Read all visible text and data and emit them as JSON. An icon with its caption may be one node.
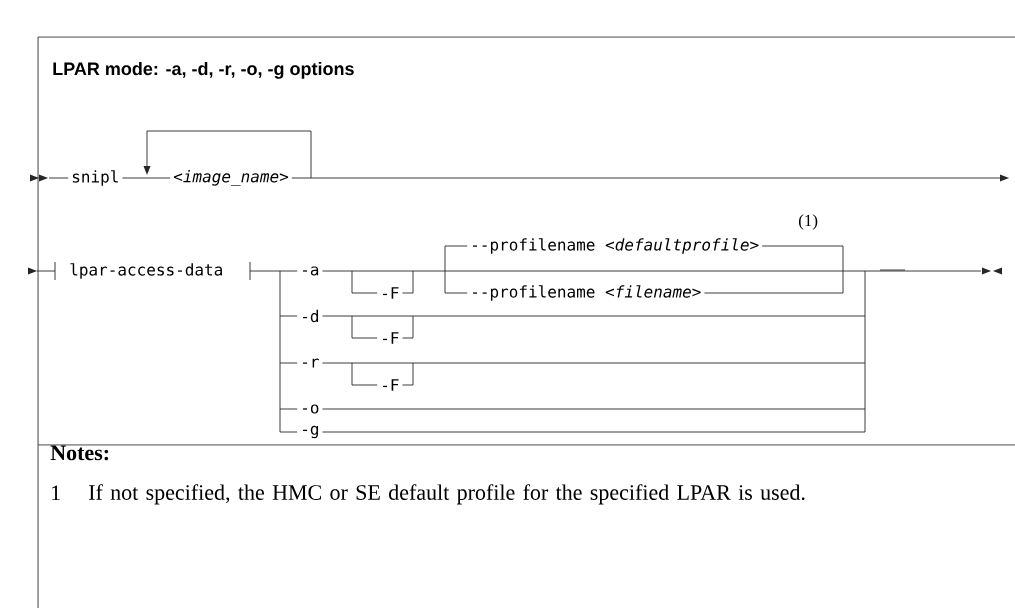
{
  "diagram": {
    "title": "LPAR mode: -a, -d, -r, -o, -g options",
    "labels": [
      "snipl",
      "<*image_name*>",
      "(1)",
      "--profilename <*defaultprofile*>",
      "lpar-access-data",
      "-a",
      "-F",
      "--profilename <*filename*>",
      "-d",
      "-F",
      "-r",
      "-F",
      "-o",
      "-g",
      "Notes:",
      "1",
      "If not specified, the HMC or SE default profile for the specified LPAR is used."
    ]
  }
}
